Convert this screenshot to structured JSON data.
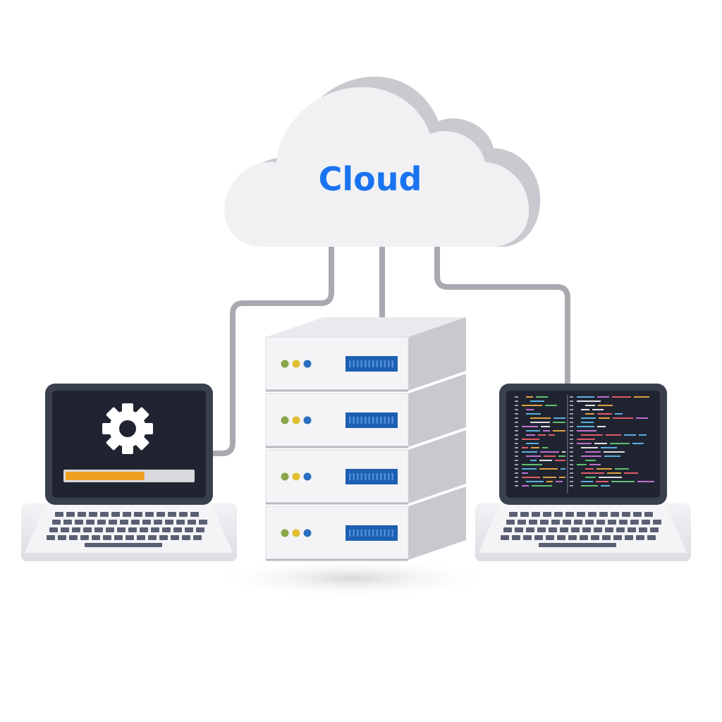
{
  "cloud": {
    "label": "Cloud",
    "label_color": "#1a73f0",
    "fill_color": "#f1f1f4",
    "outline_color": "#c9c9cf"
  },
  "connectors": {
    "color": "#a9a9b0"
  },
  "server_rack": {
    "units": 4,
    "face_color": "#f4f4f7",
    "side_color": "#c8c8ce",
    "top_color": "#e9e9ee",
    "indicator_colors": [
      "#8aa64a",
      "#e0c030",
      "#2a6fc0"
    ],
    "drive_bay_color": "#1d5fb0"
  },
  "left_laptop": {
    "screen_icon": "gear-icon",
    "screen_color": "#1f2430",
    "progress": 0.62,
    "progress_fill_color": "#f0a020",
    "progress_track_color": "#d8d8dd"
  },
  "right_laptop": {
    "screen_icon": "code-editor-icon",
    "screen_color": "#1f2430"
  }
}
